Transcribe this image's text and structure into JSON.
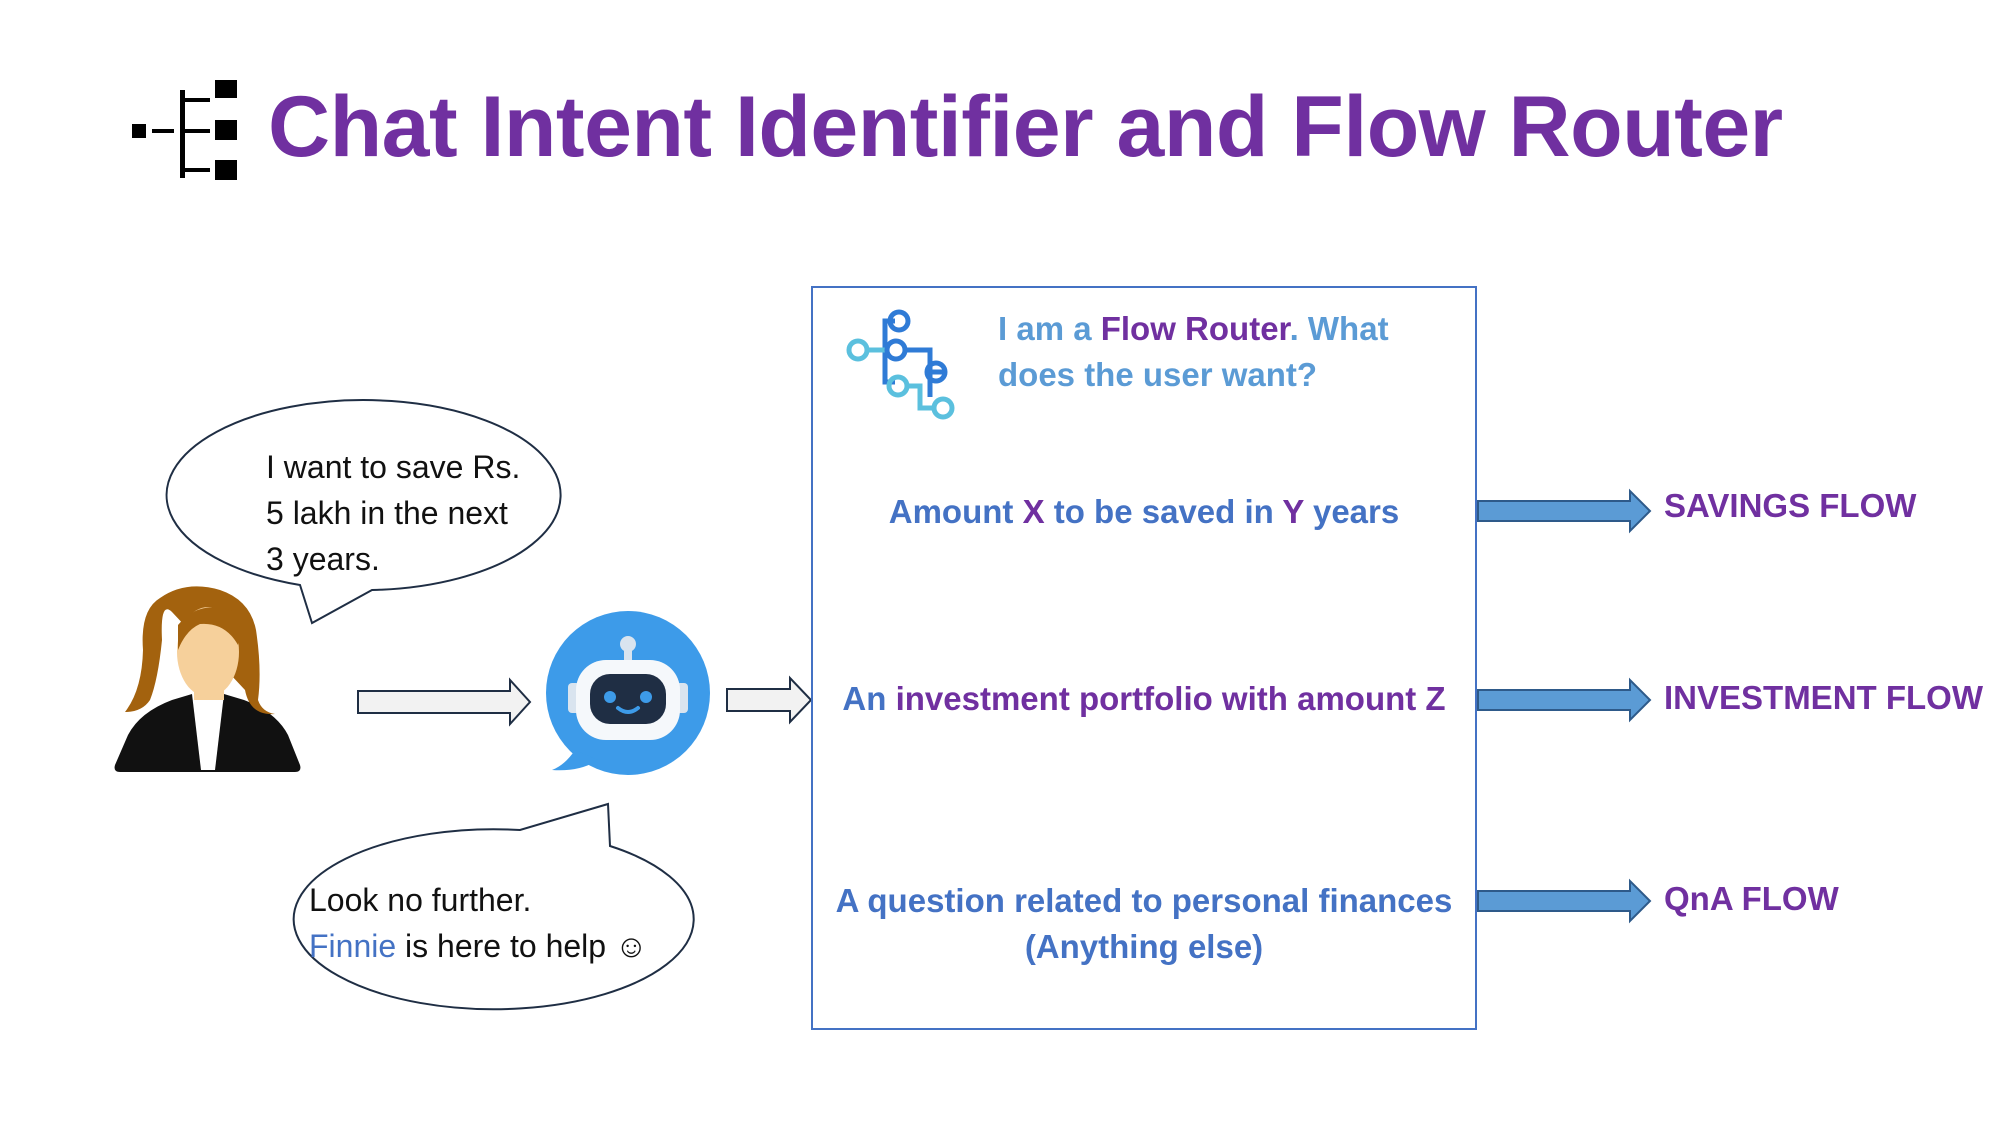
{
  "title": "Chat Intent Identifier and Flow Router",
  "user_message": {
    "line1": "I want to save Rs.",
    "line2": "5 lakh in the next",
    "line3": "3 years."
  },
  "bot_message": {
    "line1": "Look no further.",
    "name": "Finnie",
    "rest": " is here to help ☺"
  },
  "router": {
    "heading_part1": "I am a ",
    "heading_highlight": "Flow Router",
    "heading_part2": ". What does the user want?"
  },
  "intents": {
    "savings": {
      "a": "Amount ",
      "b": "X",
      "c": " to be saved in ",
      "d": "Y",
      "e": " years"
    },
    "investment": {
      "a": "An ",
      "b": "investment portfolio with amount Z"
    },
    "qna": {
      "line1": "A question related to personal finances",
      "line2": "(Anything else)"
    }
  },
  "flows": {
    "savings": "SAVINGS FLOW",
    "investment": "INVESTMENT FLOW",
    "qna": "QnA FLOW"
  },
  "colors": {
    "title": "#7030a0",
    "accent_blue": "#4472c4",
    "light_blue": "#5b9bd5",
    "arrow_fill": "#5b9bd5",
    "bot_bubble": "#3d9be9"
  },
  "icons": [
    "flow-tree-icon",
    "user-avatar-icon",
    "chatbot-icon",
    "router-network-icon",
    "smiley-icon"
  ]
}
